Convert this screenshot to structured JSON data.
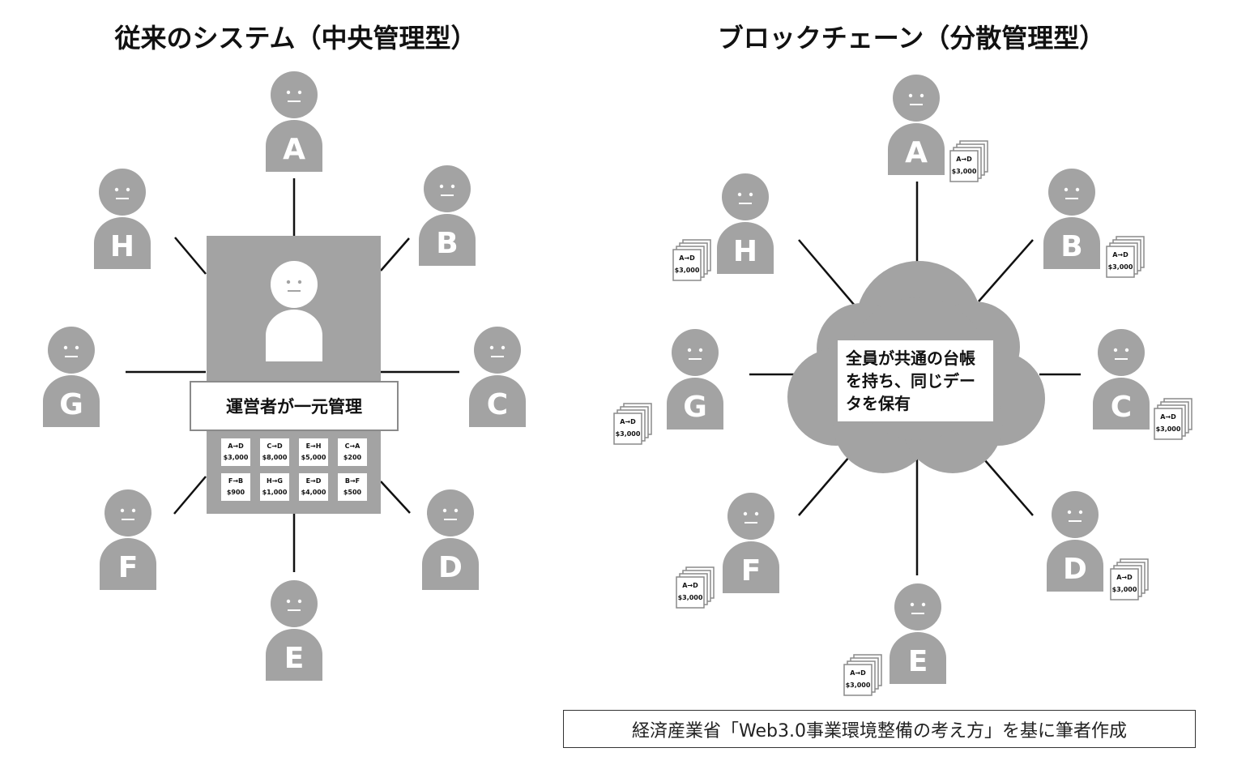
{
  "left": {
    "title": "従来のシステム（中央管理型）",
    "center_label": "運営者が一元管理",
    "ledger": [
      {
        "route": "A→D",
        "amount": "$3,000"
      },
      {
        "route": "C→D",
        "amount": "$8,000"
      },
      {
        "route": "E→H",
        "amount": "$5,000"
      },
      {
        "route": "C→A",
        "amount": "$200"
      },
      {
        "route": "F→B",
        "amount": "$900"
      },
      {
        "route": "H→G",
        "amount": "$1,000"
      },
      {
        "route": "E→D",
        "amount": "$4,000"
      },
      {
        "route": "B→F",
        "amount": "$500"
      }
    ],
    "nodes": [
      "A",
      "B",
      "C",
      "D",
      "E",
      "F",
      "G",
      "H"
    ]
  },
  "right": {
    "title": "ブロックチェーン（分散管理型）",
    "cloud_label": "全員が共通の台帳を持ち、同じデータを保有",
    "nodes": [
      "A",
      "B",
      "C",
      "D",
      "E",
      "F",
      "G",
      "H"
    ],
    "ledger_route": "A→D",
    "ledger_amount": "$3,000"
  },
  "source": "経済産業省「Web3.0事業環境整備の考え方」を基に筆者作成",
  "colors": {
    "gray": "#a3a3a3",
    "line": "#111111"
  }
}
